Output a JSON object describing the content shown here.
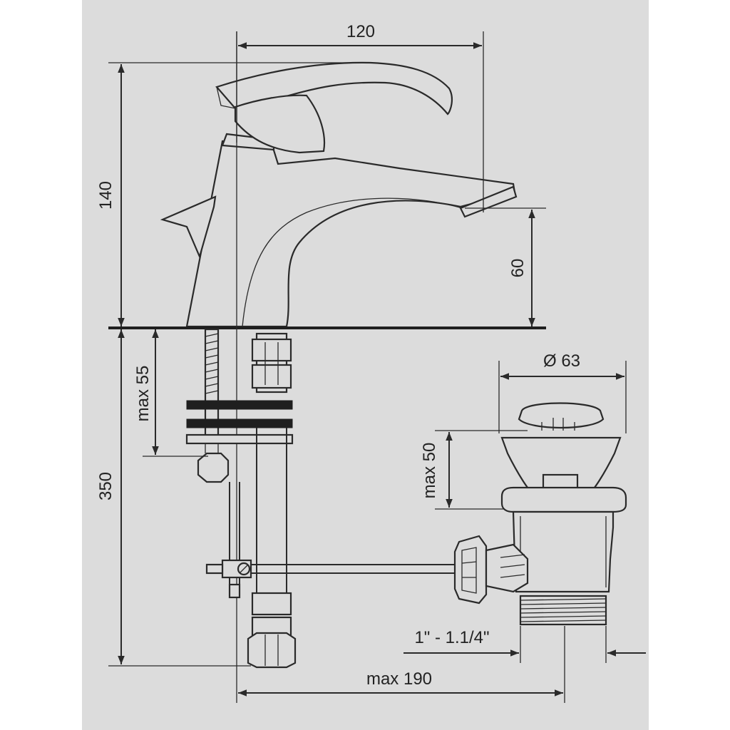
{
  "figure": {
    "colors": {
      "background": "#dcdcdc",
      "line": "#2a2a2a",
      "gasket": "#1f1f1f"
    }
  },
  "dimensions": {
    "spout_reach": "120",
    "overall_height": "140",
    "spout_height": "60",
    "hose_length": "350",
    "deck_thickness": "max 55",
    "waste_diameter": "Ø 63",
    "waste_height": "max 50",
    "waste_thread": "1\" - 1.1/4\"",
    "waste_offset": "max 190"
  }
}
